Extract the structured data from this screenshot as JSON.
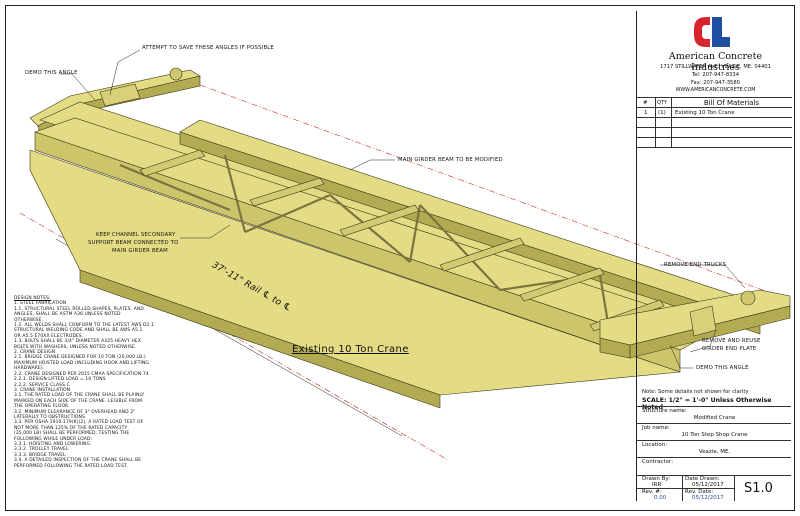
{
  "company": {
    "name": "American Concrete Industries",
    "address": "1717 Stillwater Ave. Veazie, ME. 04401",
    "tel": "Tel: 207-947-8334",
    "fax": "Fax: 207-947-3580",
    "web": "www.americanconcrete.com"
  },
  "bom": {
    "headers": [
      "#",
      "QTY",
      "Bill Of Materials"
    ],
    "rows": [
      [
        "1",
        "(1)",
        "Existing 10 Ton Crane"
      ]
    ]
  },
  "annotations": {
    "attempt_save": "Attempt to save these angles if possible",
    "demo_angle_top": "Demo this angle",
    "main_girder": "Main girder beam to be modified",
    "keep_channel_1": "Keep channel secondary",
    "keep_channel_2": "support beam connected to",
    "keep_channel_3": "main girder beam",
    "rail_dim": "37'-11\" Rail ℄ to ℄",
    "remove_end_trucks": "Remove end trucks",
    "remove_reuse_1": "Remove and reuse",
    "remove_reuse_2": "girder end plate",
    "demo_angle_bottom": "Demo this angle"
  },
  "drawing_title": "Existing 10 Ton Crane",
  "design_notes": {
    "heading": "Design Notes:",
    "lines": [
      "1.    Steel Fabrication",
      "1.1.      Structural steel rolled shapes, plates, and",
      "           angles, shall be ASTM A36 unless noted",
      "           otherwise.",
      "1.2.      All welds shall conform to the latest AWS D1.1",
      "           structural welding code and shall be AWS A5.1",
      "           or A5.5 E70XX electrodes.",
      "1.3.      Bolts shall be 3/4\" diameter A325 heavy hex",
      "           bolts with washers, unless noted otherwise.",
      "2.    Crane Design",
      "2.1.      Bridge crane designed for 10 ton (20,000 lb.)",
      "           maximum hoisted load (including hook and lifting",
      "           hardware).",
      "2.2.      Crane designed per 2015 CMAA Specification 74",
      "  2.2.1.      Design lifted load = 10 tons",
      "  2.2.2.      Service class C",
      "3.    Crane Installation",
      "3.1.      The rated load of the crane shall be plainly",
      "           marked on each side of the crane. Legible from",
      "           the operating floor.",
      "3.2.      Minimum clearance of 3\" overhead and 2\"",
      "           laterally to obstructions.",
      "3.3.      Per OSHA 1910.179(k)(2), a rated load test of",
      "           not more than 125% of the rated capacity",
      "           (25,000 lb) shall be performed, testing the",
      "           following while under load:",
      "  3.3.1.      Hoisting and lowering",
      "  3.3.2.      Trolley travel",
      "  3.3.3.      Bridge travel",
      "3.4.      A detailed inspection of the crane shall be",
      "           performed following the rated load test."
    ]
  },
  "scale_block": {
    "note": "Note: Some details not shown for clarity",
    "scale": "SCALE: 1/2\" = 1'-0\" Unless Otherwise Noted"
  },
  "title_fields": {
    "structure_label": "Structure name:",
    "structure_value": "Modified Crane",
    "job_label": "Job name:",
    "job_value": "10 Ton Step Shop Crane",
    "location_label": "Location:",
    "location_value": "Veazie, ME.",
    "contractor_label": "Contractor:",
    "contractor_value": "",
    "drawn_by_label": "Drawn By:",
    "drawn_by_value": "IRR",
    "date_drawn_label": "Date Drawn:",
    "date_drawn_value": "05/12/2017",
    "rev_label": "Rev. #:",
    "rev_value": "0.00",
    "rev_date_label": "Rev. Date:",
    "rev_date_value": "05/12/2017",
    "sheet": "S1.0"
  },
  "colors": {
    "steel_fill": "#e4dc84",
    "steel_dark": "#b3ab52",
    "steel_edge": "#3a3a1a",
    "logo_blue": "#1f4fa0",
    "logo_red": "#d6262b",
    "dim_line": "#c8322a"
  }
}
